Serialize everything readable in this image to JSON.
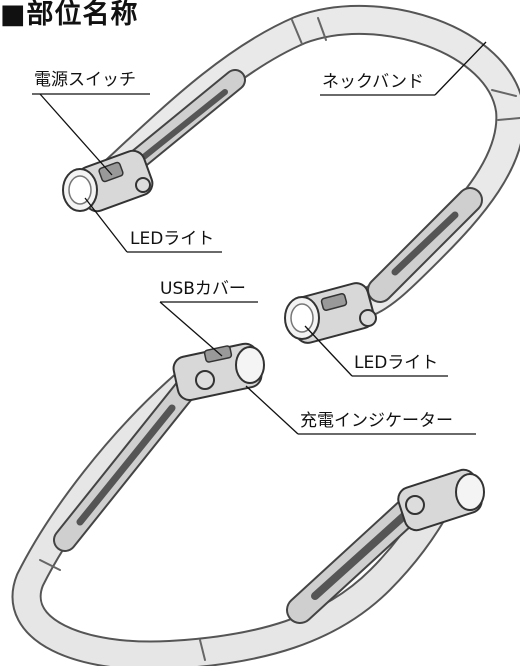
{
  "heading": "■部位名称",
  "callouts": {
    "power_switch": "電源スイッチ",
    "neckband": "ネックバンド",
    "led_light_upper": "LEDライト",
    "usb_cover": "USBカバー",
    "led_light_lower": "LEDライト",
    "charge_indicator": "充電インジケーター"
  }
}
